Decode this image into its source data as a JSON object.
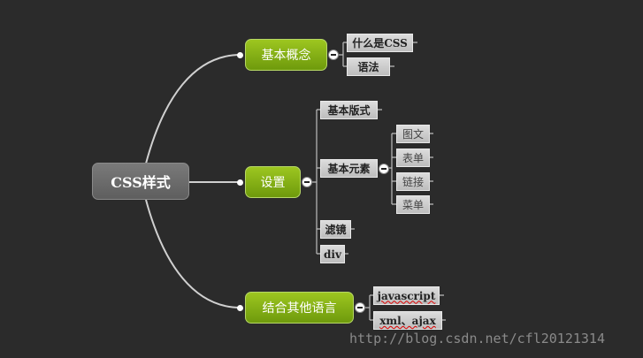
{
  "root": {
    "label": "CSS样式"
  },
  "branches": [
    {
      "label": "基本概念",
      "children": [
        {
          "label": "什么是CSS"
        },
        {
          "label": "语法"
        }
      ]
    },
    {
      "label": "设置",
      "children": [
        {
          "label": "基本版式"
        },
        {
          "label": "基本元素",
          "children": [
            {
              "label": "图文"
            },
            {
              "label": "表单"
            },
            {
              "label": "链接"
            },
            {
              "label": "菜单"
            }
          ]
        },
        {
          "label": "滤镜"
        },
        {
          "label": "div"
        }
      ]
    },
    {
      "label": "结合其他语言",
      "children": [
        {
          "label": "javascript"
        },
        {
          "label": "xml、ajax"
        }
      ]
    }
  ],
  "watermark": "http://blog.csdn.net/cfl20121314",
  "colors": {
    "background": "#2b2b2b",
    "root": "#6b6b6b",
    "branch": "#86b016",
    "leaf": "#cfcfcf",
    "connector": "#d8d8d8"
  }
}
